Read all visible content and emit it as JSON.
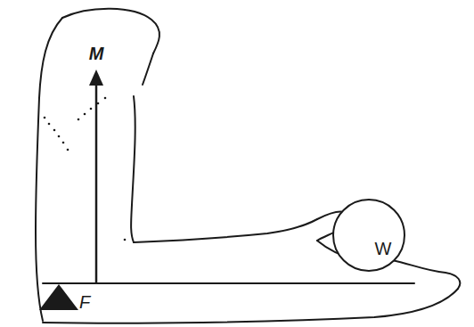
{
  "diagram": {
    "nodes": [
      {
        "text": [
          "W"
        ]
      }
    ],
    "labels": [
      "M",
      "F"
    ]
  }
}
